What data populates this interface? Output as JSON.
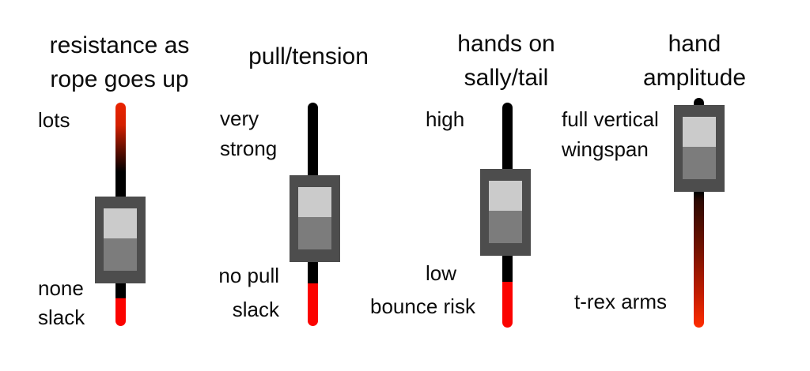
{
  "background": "#ffffff",
  "colors": {
    "track_black": "#000000",
    "track_red": "#fb0300",
    "track_red_orange": "#ff2d00",
    "thumb_outer": "#4d4d4d",
    "thumb_inner_top": "#cbcbcb",
    "thumb_inner_bottom": "#7c7c7c",
    "text": "#0b0b0b"
  },
  "sliders": [
    {
      "name": "resistance as rope goes up",
      "title_line1": "resistance as",
      "title_line2": "rope goes up",
      "top_label_line1": "lots",
      "bottom_label_line1": "none",
      "bottom_label_line2": "slack",
      "thumb_position": "middle",
      "track_top_style": "red fading to black",
      "track_bottom_style": "black then red tip"
    },
    {
      "name": "pull/tension",
      "title_line1": "pull/tension",
      "top_label_line1": "very",
      "top_label_line2": "strong",
      "bottom_label_line1": "no pull",
      "bottom_label_line2": "slack",
      "thumb_position": "middle",
      "track_top_style": "black",
      "track_bottom_style": "black then red tip"
    },
    {
      "name": "hands on sally/tail",
      "title_line1": "hands on",
      "title_line2": "sally/tail",
      "top_label_line1": "high",
      "bottom_label_line1": "low",
      "bottom_label_line2": "bounce risk",
      "thumb_position": "middle",
      "track_top_style": "black",
      "track_bottom_style": "black then red tip"
    },
    {
      "name": "hand amplitude",
      "title_line1": "hand",
      "title_line2": "amplitude",
      "top_label_line1": "full vertical",
      "top_label_line2": "wingspan",
      "bottom_label_line1": "t-rex arms",
      "thumb_position": "top",
      "track_top_style": "black nub",
      "track_bottom_style": "dark red fading to bright red"
    }
  ]
}
